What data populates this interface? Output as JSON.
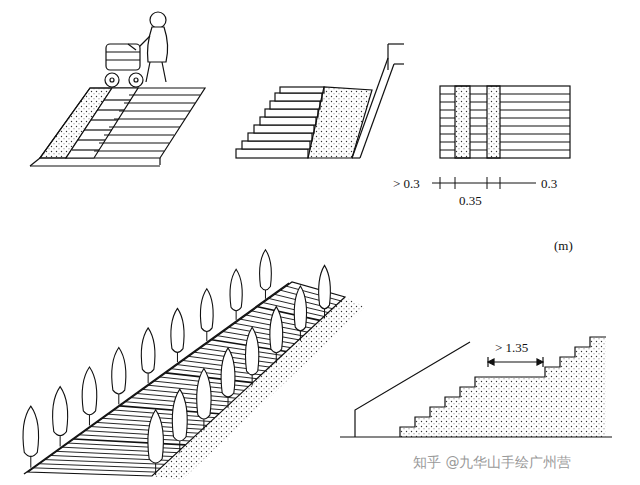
{
  "diagram": {
    "labels": [
      "> 0.3",
      "0.35",
      "0.3",
      "(m)",
      "> 1.35",
      "知乎 @九华山手绘广州营"
    ]
  }
}
